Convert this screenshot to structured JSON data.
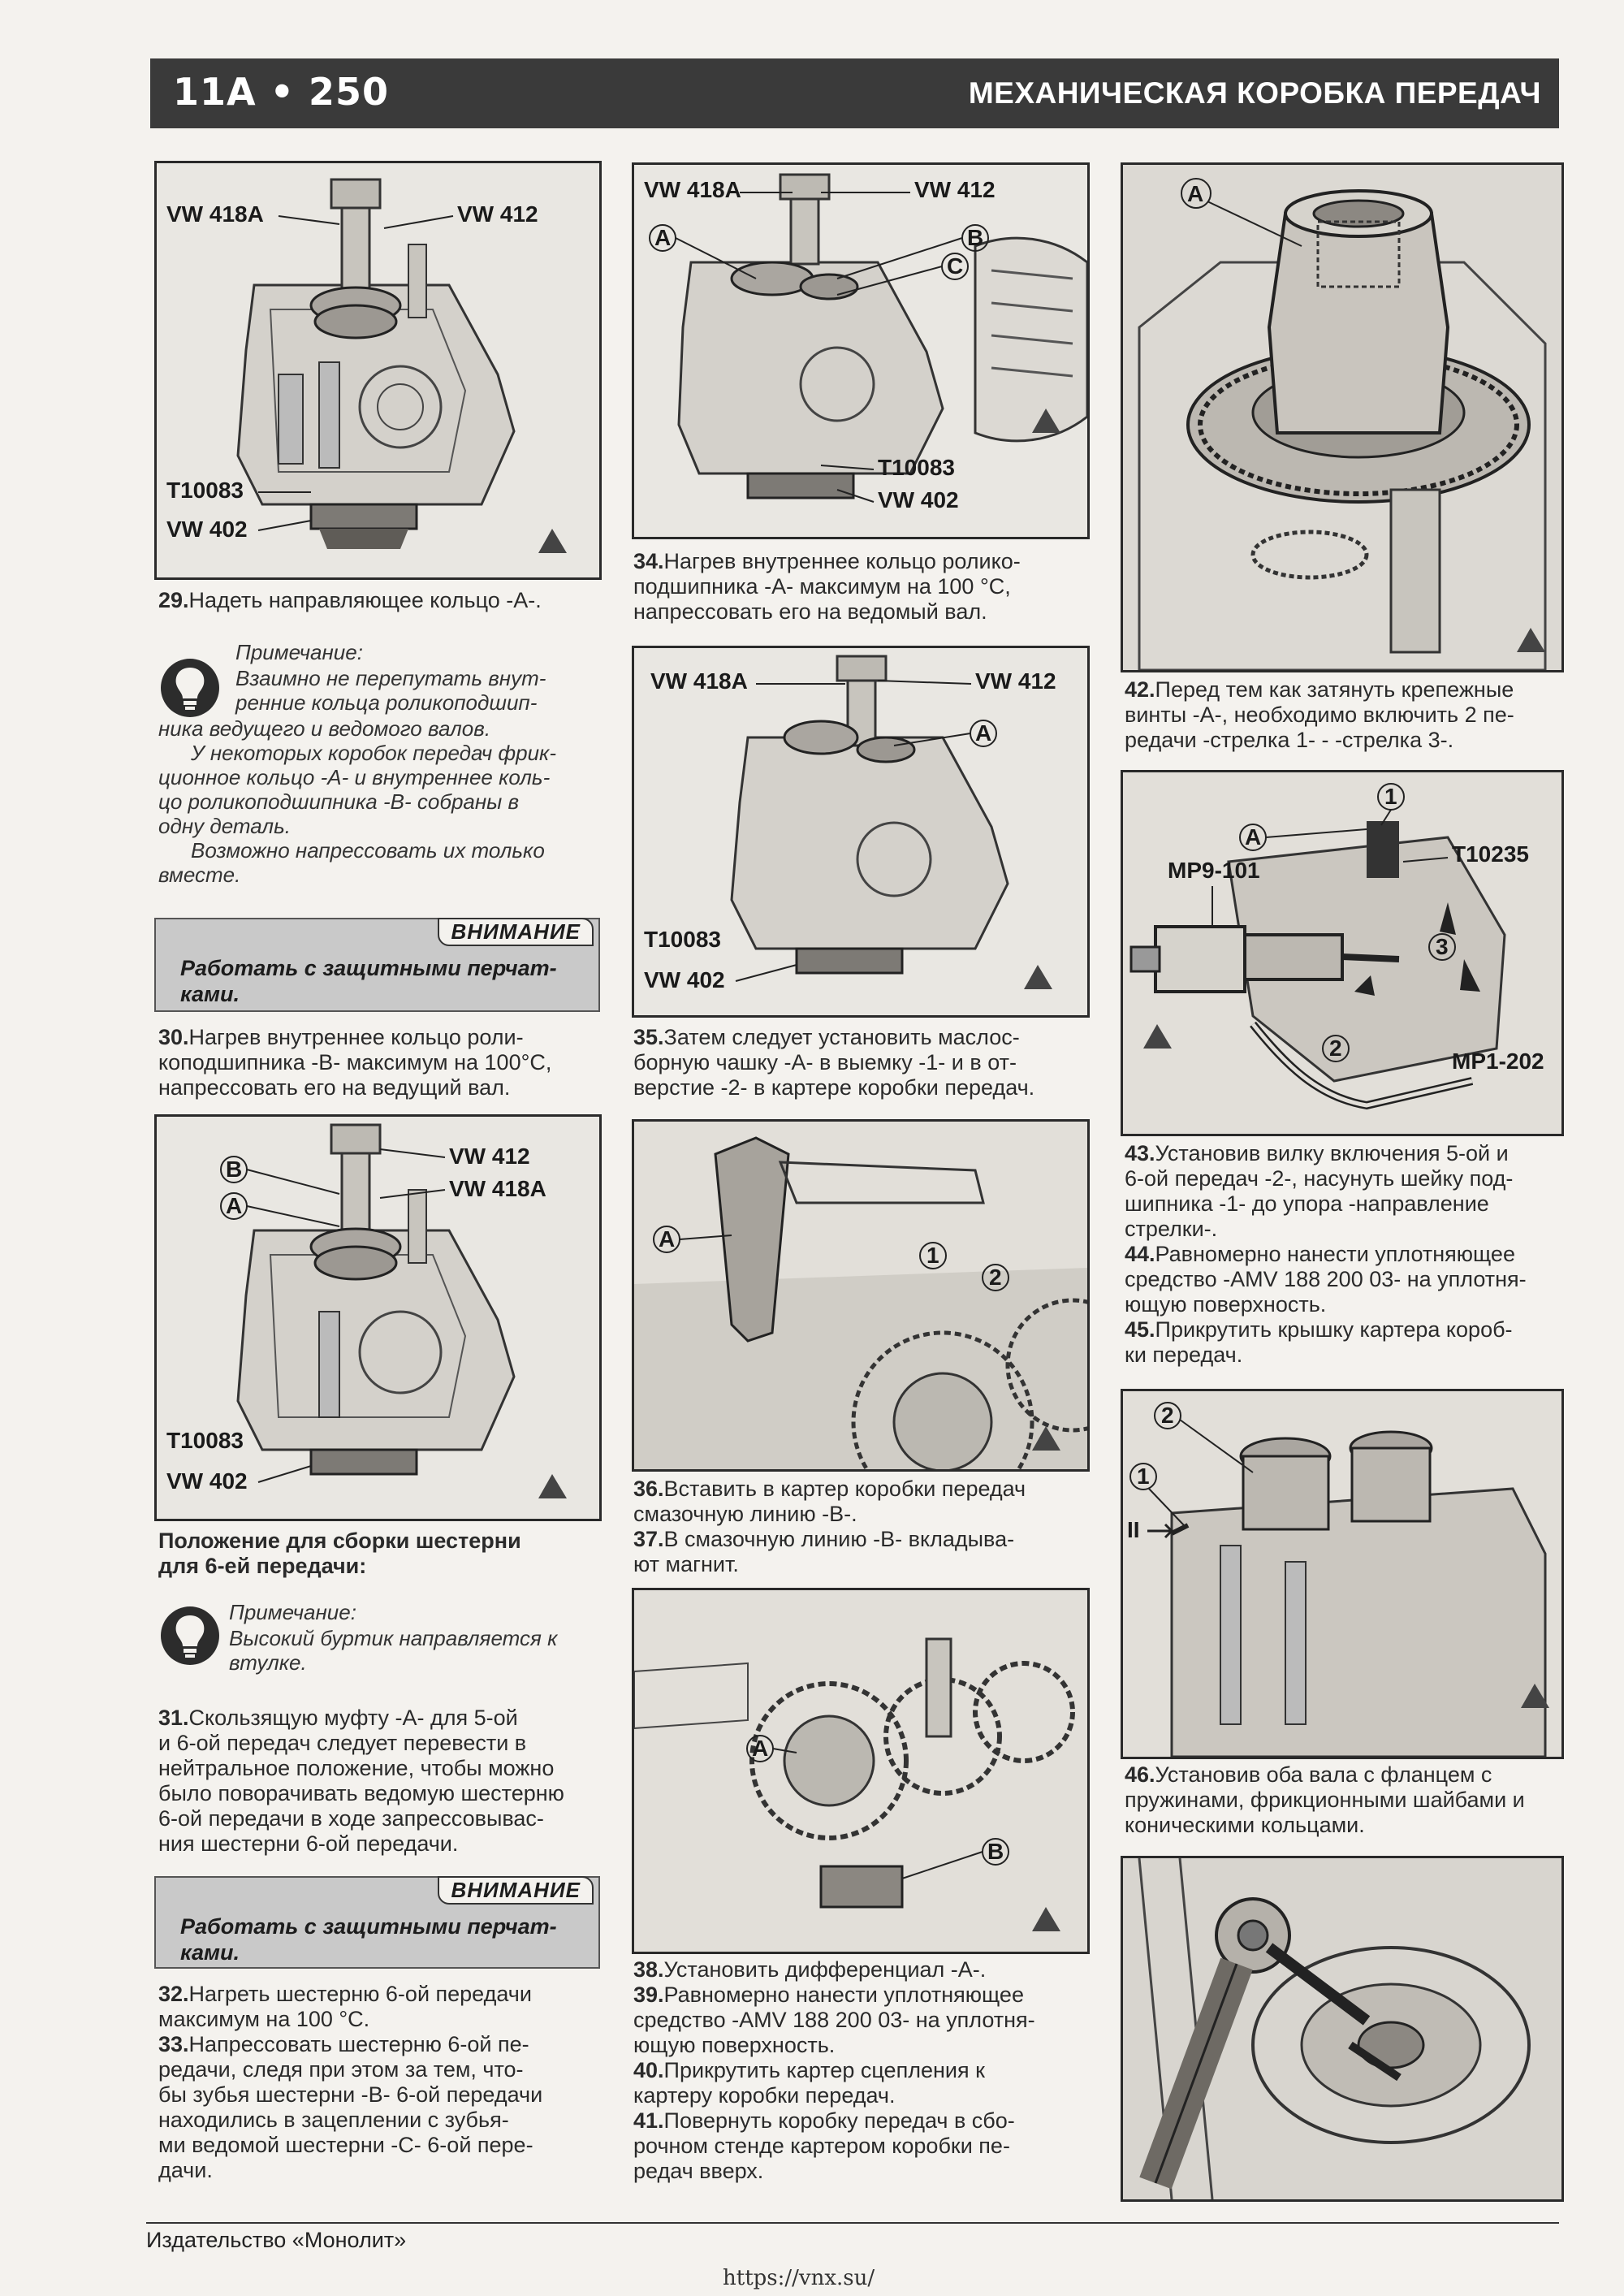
{
  "header": {
    "page": "11A • 250",
    "title": "МЕХАНИЧЕСКАЯ КОРОБКА ПЕРЕДАЧ"
  },
  "figures": {
    "f29": {
      "labels": [
        "VW 418A",
        "VW 412",
        "T10083",
        "VW 402"
      ]
    },
    "f34": {
      "labels": [
        "VW 418A",
        "VW 412",
        "A",
        "B",
        "C",
        "T10083",
        "VW 402"
      ]
    },
    "f42": {
      "labels": [
        "A"
      ]
    },
    "f35": {
      "labels": [
        "VW 418A",
        "VW 412",
        "A",
        "T10083",
        "VW 402"
      ]
    },
    "f43": {
      "labels": [
        "1",
        "A",
        "T10235",
        "MP9-101",
        "3",
        "2",
        "MP1-202"
      ]
    },
    "f30": {
      "labels": [
        "VW 412",
        "VW 418A",
        "B",
        "A",
        "T10083",
        "VW 402"
      ]
    },
    "f36": {
      "labels": [
        "A",
        "1",
        "2"
      ]
    },
    "f46": {
      "labels": [
        "2",
        "1",
        "II"
      ]
    },
    "f38": {
      "labels": [
        "A",
        "B"
      ]
    },
    "f_last": {
      "labels": []
    }
  },
  "text": {
    "s29_num": "29.",
    "s29": "Надеть направляющее кольцо -А-.",
    "note_label": "Примечание:",
    "note1_l1": "Взаимно не перепутать внут-",
    "note1_l2": "ренние кольца роликоподшип-",
    "note1_l3": "ника ведущего и ведомого валов.",
    "note1_l4": "У некоторых коробок передач фрик-",
    "note1_l5": "ционное кольцо -А- и внутреннее коль-",
    "note1_l6": "цо роликоподшипника -В- собраны в",
    "note1_l7": "одну деталь.",
    "note1_l8": "Возможно напрессовать их только",
    "note1_l9": "вместе.",
    "warn_title": "ВНИМАНИЕ",
    "warn_l1": "Работать с защитными перчат-",
    "warn_l2": "ками.",
    "s30_num": "30.",
    "s30_l1": "Нагрев внутреннее кольцо роли-",
    "s30_l2": "коподшипника -В- максимум на 100°С,",
    "s30_l3": "напрессовать его на ведущий вал.",
    "pos_l1": "Положение для сборки шестерни",
    "pos_l2": "для 6-ей передачи:",
    "note2_l1": "Высокий буртик направляется к",
    "note2_l2": "втулке.",
    "s31_num": "31.",
    "s31_l1": "Скользящую муфту -А- для 5-ой",
    "s31_l2": "и 6-ой передач следует перевести в",
    "s31_l3": "нейтральное положение, чтобы можно",
    "s31_l4": "было поворачивать ведомую шестерню",
    "s31_l5": "6-ой передачи в ходе запрессовывас-",
    "s31_l6": "ния шестерни 6-ой передачи.",
    "s32_num": "32.",
    "s32_l1": "Нагреть шестерню 6-ой передачи",
    "s32_l2": "максимум на 100 °С.",
    "s33_num": "33.",
    "s33_l1": "Напрессовать шестерню 6-ой пе-",
    "s33_l2": "редачи, следя при этом за тем, что-",
    "s33_l3": "бы зубья шестерни -В- 6-ой передачи",
    "s33_l4": "находились в зацеплении с зубья-",
    "s33_l5": "ми ведомой шестерни -С- 6-ой пере-",
    "s33_l6": "дачи.",
    "s34_num": "34.",
    "s34_l1": "Нагрев внутреннее кольцо ролико-",
    "s34_l2": "подшипника -А- максимум на 100 °С,",
    "s34_l3": "напрессовать его на ведомый вал.",
    "s35_num": "35.",
    "s35_l1": "Затем следует установить маслос-",
    "s35_l2": "борную чашку -А- в выемку -1- и в от-",
    "s35_l3": "верстие -2- в картере коробки передач.",
    "s36_num": "36.",
    "s36_l1": "Вставить в картер коробки передач",
    "s36_l2": "смазочную линию -В-.",
    "s37_num": "37.",
    "s37_l1": "В смазочную линию -В- вкладыва-",
    "s37_l2": "ют магнит.",
    "s38_num": "38.",
    "s38": "Установить дифференциал -А-.",
    "s39_num": "39.",
    "s39_l1": "Равномерно нанести уплотняющее",
    "s39_l2": "средство -AMV 188 200 03- на уплотня-",
    "s39_l3": "ющую поверхность.",
    "s40_num": "40.",
    "s40_l1": "Прикрутить картер сцепления к",
    "s40_l2": "картеру коробки передач.",
    "s41_num": "41.",
    "s41_l1": "Повернуть коробку передач в сбо-",
    "s41_l2": "рочном стенде картером коробки пе-",
    "s41_l3": "редач вверх.",
    "s42_num": "42.",
    "s42_l1": "Перед тем как затянуть крепежные",
    "s42_l2": "винты -А-, необходимо включить 2 пе-",
    "s42_l3": "редачи -стрелка 1- - -стрелка 3-.",
    "s43_num": "43.",
    "s43_l1": "Установив вилку включения 5-ой и",
    "s43_l2": "6-ой передач -2-, насунуть шейку под-",
    "s43_l3": "шипника -1- до упора -направление",
    "s43_l4": "стрелки-.",
    "s44_num": "44.",
    "s44_l1": "Равномерно нанести уплотняющее",
    "s44_l2": "средство -AMV 188 200 03- на уплотня-",
    "s44_l3": "ющую поверхность.",
    "s45_num": "45.",
    "s45_l1": "Прикрутить крышку картера короб-",
    "s45_l2": "ки передач.",
    "s46_num": "46.",
    "s46_l1": "Установив оба вала с фланцем с",
    "s46_l2": "пружинами, фрикционными шайбами и",
    "s46_l3": "коническими кольцами."
  },
  "footer": {
    "publisher": "Издательство «Монолит»",
    "url": "https://vnx.su/"
  }
}
